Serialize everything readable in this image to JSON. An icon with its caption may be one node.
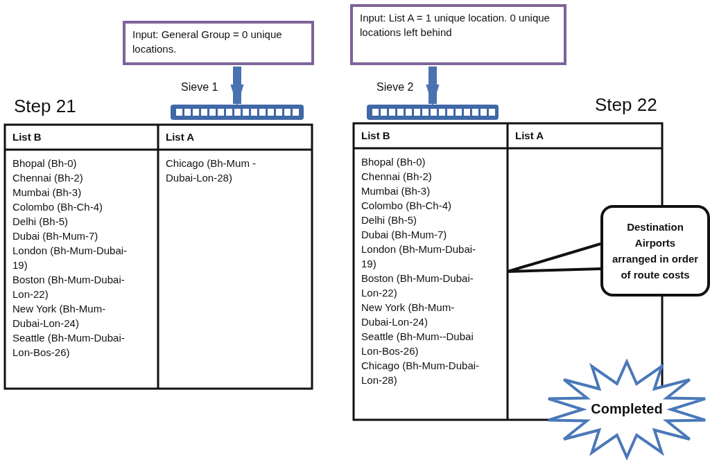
{
  "diagram": {
    "nodes": [
      {
        "text": [
          "Input: General Group = 0 unique locations."
        ]
      },
      {
        "text": [],
        "shape": "bar",
        "beside": [
          "Sieve 1"
        ]
      },
      {
        "text": [
          "Input: List A = 1 unique location. 0 unique locations left behind"
        ]
      },
      {
        "text": [],
        "shape": "bar",
        "beside": [
          "Sieve 2"
        ]
      },
      {
        "text": [
          "Destination Airports arranged in order of route costs"
        ]
      },
      {
        "text": [
          "Completed"
        ]
      }
    ],
    "edges": [
      {
        "from": 0,
        "to": 1,
        "arrow": "to"
      },
      {
        "from": 2,
        "to": 3,
        "arrow": "to"
      },
      {
        "from": 4,
        "to": null,
        "arrow": "none",
        "color": "#111111"
      }
    ],
    "labels": [
      "Step 21",
      "List B",
      "List A",
      "Bhopal (Bh-0)",
      "Chennai (Bh-2)",
      "Mumbai (Bh-3)",
      "Colombo (Bh-Ch-4)",
      "Delhi (Bh-5)",
      "Dubai (Bh-Mum-7)",
      "London (Bh-Mum-Dubai-19)",
      "Boston (Bh-Mum-Dubai-Lon-22)",
      "New York (Bh-Mum-Dubai-Lon-24)",
      "Seattle (Bh-Mum-Dubai-Lon-Bos-26)",
      "Chicago (Bh-Mum - Dubai-Lon-28)",
      "Step 22",
      "List B",
      "List A",
      "Bhopal (Bh-0)",
      "Chennai (Bh-2)",
      "Mumbai (Bh-3)",
      "Colombo (Bh-Ch-4)",
      "Delhi (Bh-5)",
      "Dubai (Bh-Mum-7)",
      "London (Bh-Mum-Dubai-19)",
      "Boston (Bh-Mum-Dubai-Lon-22)",
      "New York (Bh-Mum-Dubai-Lon-24)",
      "Seattle (Bh-Mum--Dubai Lon-Bos-26)",
      "Chicago (Bh-Mum-Dubai-Lon-28)"
    ]
  }
}
